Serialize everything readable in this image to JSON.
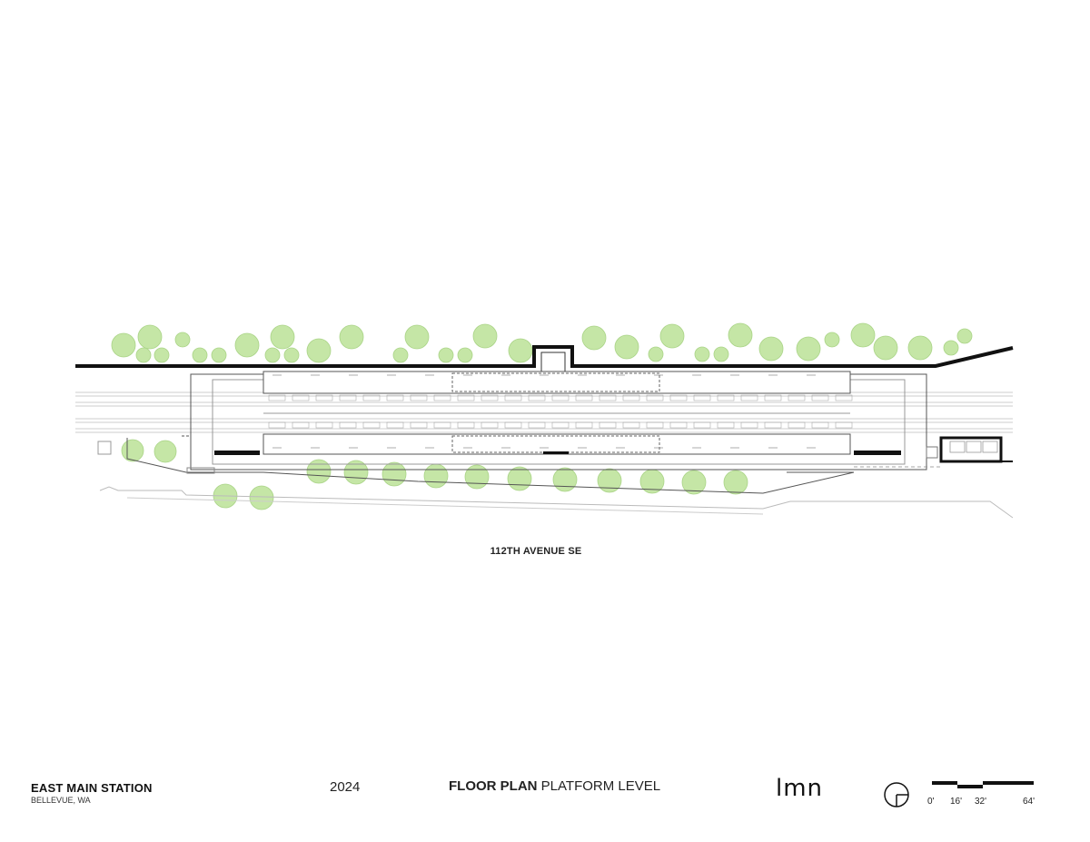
{
  "street_label": "112TH AVENUE SE",
  "title_block": {
    "project_name": "EAST MAIN STATION",
    "project_location": "BELLEVUE, WA",
    "year": "2024",
    "drawing_title_bold": "FLOOR PLAN",
    "drawing_title_rest": "PLATFORM LEVEL",
    "logo_text": "lmn"
  },
  "scale_bar": {
    "labels": [
      "0'",
      "16'",
      "32'",
      "64'"
    ]
  },
  "colors": {
    "tree_fill": "#c5e6a6",
    "tree_stroke": "#aad487",
    "wall": "#111111",
    "line": "#777777",
    "light_line": "#bbbbbb"
  },
  "icons": {
    "north_arrow": "north-arrow-icon"
  }
}
